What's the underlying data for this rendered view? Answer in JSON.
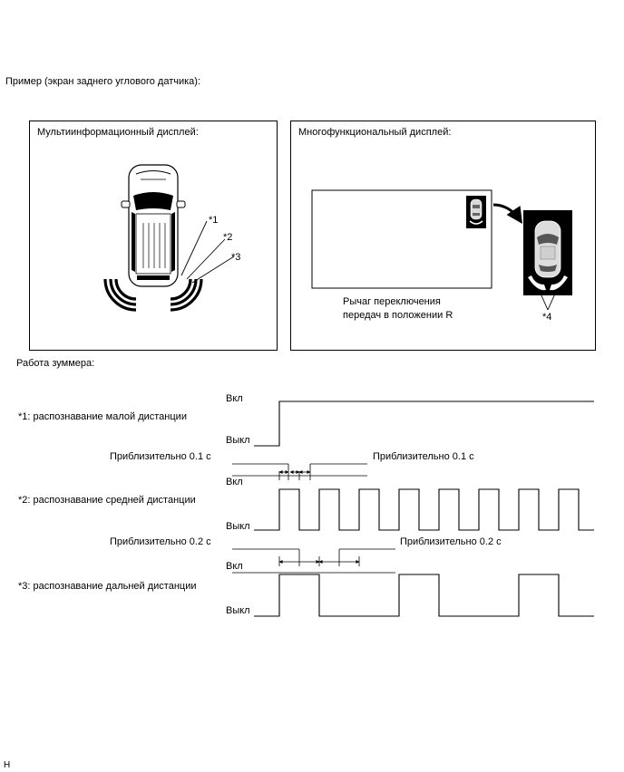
{
  "intro_label": "Пример (экран заднего углового датчика):",
  "left_panel": {
    "title": "Мультиинформационный дисплей:",
    "callouts": [
      "*1",
      "*2",
      "*3"
    ]
  },
  "right_panel": {
    "title": "Многофункциональный дисплей:",
    "shift_caption_line1": "Рычаг переключения",
    "shift_caption_line2": "передач в положении R",
    "callout": "*4"
  },
  "buzzer": {
    "title": "Работа зуммера:",
    "on_label": "Вкл",
    "off_label": "Выкл",
    "rows": [
      {
        "label": "*1: распознавание малой дистанции"
      },
      {
        "label": "*2: распознавание средней дистанции",
        "left_note": "Приблизительно 0.1 с",
        "right_note": "Приблизительно 0.1 с"
      },
      {
        "label": "*3: распознавание дальней дистанции",
        "left_note": "Приблизительно 0.2 с",
        "right_note": "Приблизительно 0.2 с"
      }
    ]
  },
  "footer_code": "H"
}
